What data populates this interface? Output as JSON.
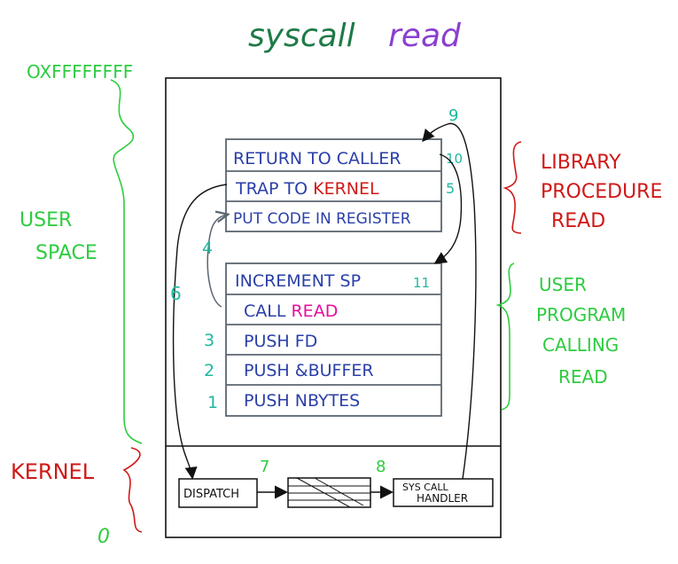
{
  "title": {
    "part1": "syscall",
    "part2": "read"
  },
  "address": {
    "top": "OXFFFFFFFF",
    "bottom": "0"
  },
  "regions": {
    "user_space_line1": "USER",
    "user_space_line2": "SPACE",
    "kernel": "KERNEL"
  },
  "library_label": [
    "LIBRARY",
    "PROCEDURE",
    "READ"
  ],
  "program_label": [
    "USER",
    "PROGRAM",
    "CALLING",
    "READ"
  ],
  "library_rows": [
    {
      "text": "RETURN TO CALLER",
      "step": "10"
    },
    {
      "text": "TRAP TO ",
      "highlight": "KERNEL",
      "step": "5"
    },
    {
      "text": "PUT CODE IN REGISTER",
      "step": ""
    }
  ],
  "program_rows": [
    {
      "text": "INCREMENT  SP",
      "step": "11"
    },
    {
      "text": "CALL ",
      "highlight": "READ",
      "step": ""
    },
    {
      "text": "PUSH  FD",
      "step": "3"
    },
    {
      "text": "PUSH  &BUFFER",
      "step": "2"
    },
    {
      "text": "PUSH  NBYTES",
      "step": "1"
    }
  ],
  "kernel_boxes": {
    "dispatch": "DISPATCH",
    "handler_line1": "SYS CALL",
    "handler_line2": "HANDLER"
  },
  "step_labels": {
    "s4": "4",
    "s6": "6",
    "s7": "7",
    "s8": "8",
    "s9": "9"
  },
  "colors": {
    "green": "#2ecc40",
    "dark_green": "#1e7a47",
    "purple": "#8a3fd1",
    "blue": "#2a3fa8",
    "red": "#d01818",
    "magenta": "#e0109c",
    "teal": "#1fb8a0",
    "box": "#5c6670",
    "black": "#111111"
  }
}
